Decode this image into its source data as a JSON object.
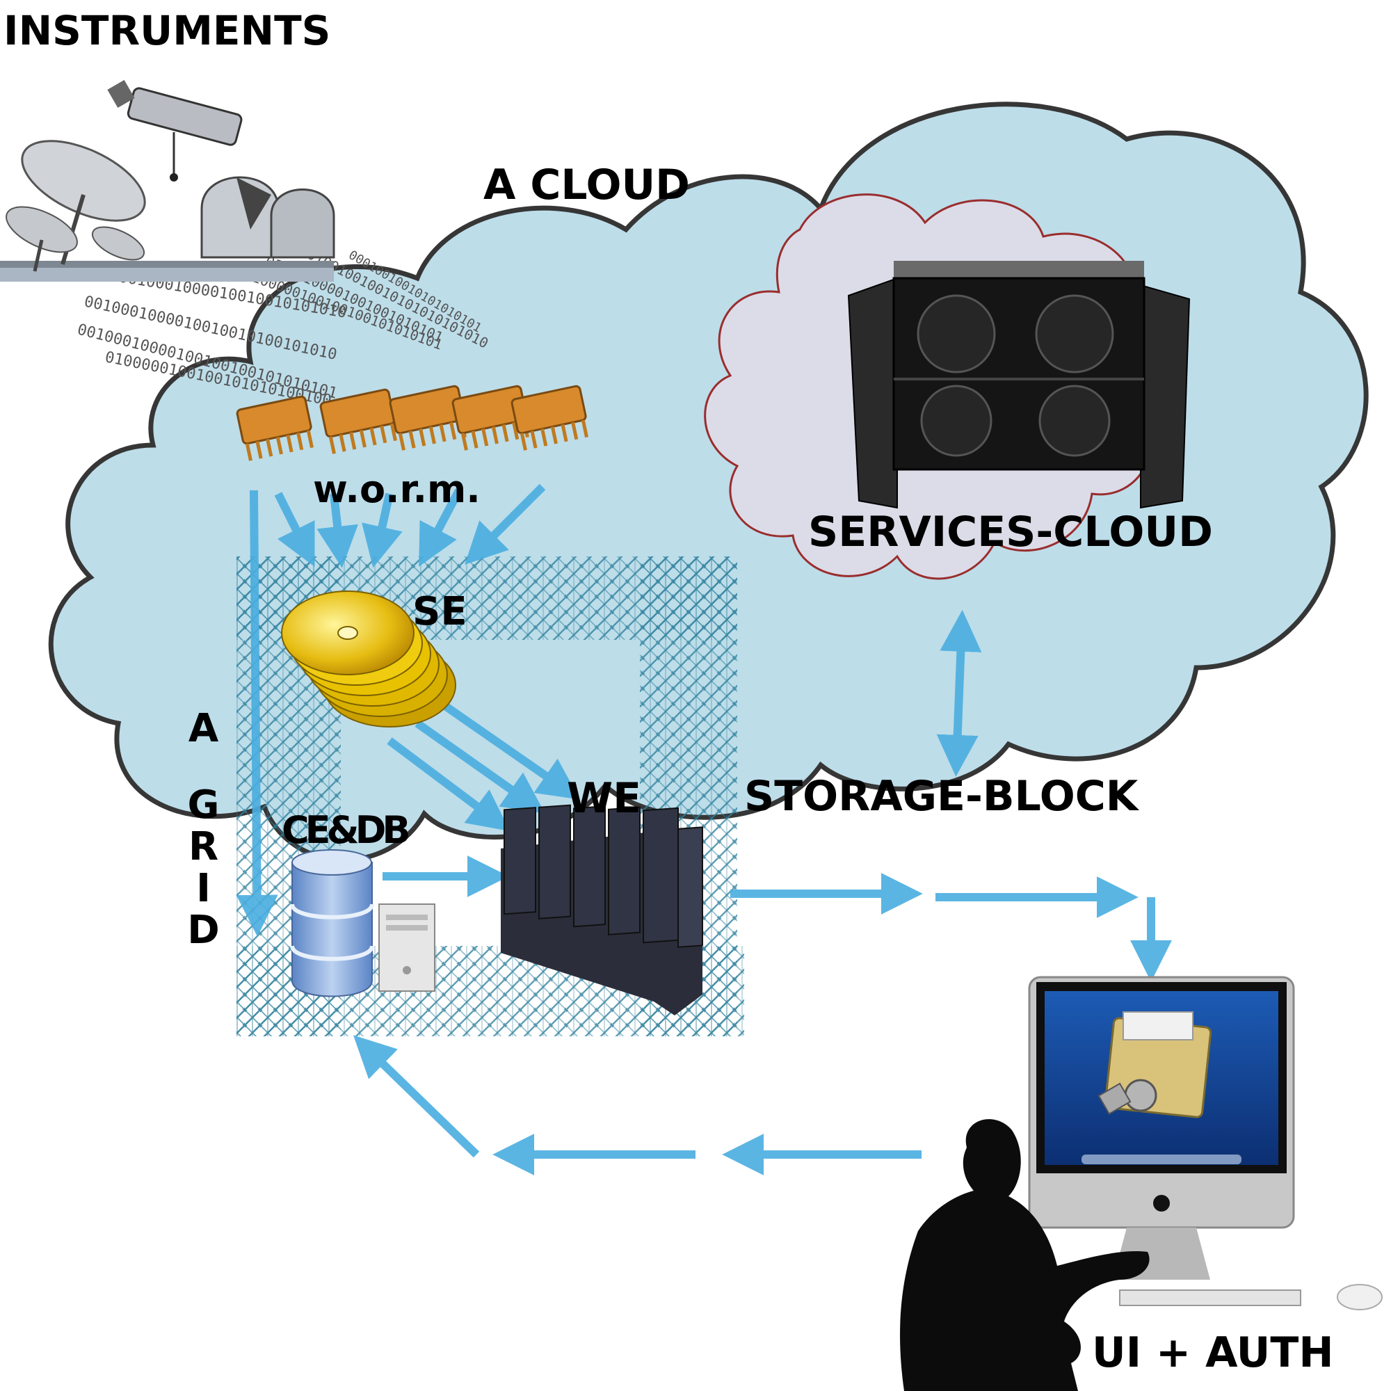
{
  "labels": {
    "instruments": "INSTRUMENTS",
    "a_cloud": "A CLOUD",
    "services_cloud": "SERVICES-CLOUD",
    "worm": "w.o.r.m.",
    "se": "SE",
    "we": "WE",
    "ce_db": "CE&DB",
    "storage_block": "STORAGE-BLOCK",
    "ui_auth": "UI + AUTH",
    "a_grid_letters": [
      "A",
      "G",
      "R",
      "I",
      "D"
    ]
  },
  "colors": {
    "cloud_fill": "#bcdde9",
    "services_cloud_fill": "#dcdce8",
    "services_cloud_border": "#9a2d2d",
    "arrow": "#4aaee0",
    "grid_hatch": "#2c7f9c"
  },
  "icons": {
    "instruments": [
      "radio-dish-icon",
      "space-telescope-icon",
      "observatory-dome-icon"
    ],
    "worm": "memory-chip-icon",
    "se": "optical-disk-stack-icon",
    "ce_db": "database-server-icon",
    "we": "server-rack-cluster-icon",
    "services_cloud": "server-cabinet-icon",
    "ui_auth": [
      "desktop-computer-icon",
      "locked-folder-icon",
      "user-silhouette-icon"
    ]
  }
}
